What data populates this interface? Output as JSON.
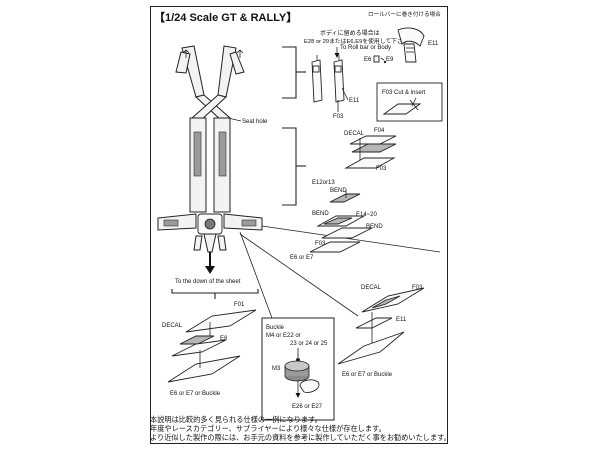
{
  "title": "【1/24 Scale GT & RALLY】",
  "labels": {
    "rollbar_jp_top": "ロールバーに巻き付ける場合",
    "body_jp": "ボディに留める場合は",
    "body_jp2": "E28 or 29またはE6,E9を使用して下さい",
    "to_roll_bar": "To Roll bar or Body",
    "seat_hole": "Seat hole",
    "to_down": "To the down of the sheet",
    "f03_cut": "F03 Cut & insert",
    "decal": "DECAL",
    "bend": "BEND",
    "buckle": "Buckle",
    "buckle_parts_1": "M4 or E22 or",
    "buckle_parts_2": "23 or 24 or 25",
    "e6_or_e7": "E6 or E7",
    "e6_e7_buckle": "E6 or E7 or Buckle",
    "e26_e27": "E26 or E27"
  },
  "parts": {
    "e11": "E11",
    "e6": "E6",
    "e9": "E9",
    "f03": "F03",
    "f04": "F04",
    "f01": "F01",
    "e8": "E8",
    "e12or13": "E12or13",
    "e14_20": "E14~20",
    "m3": "M3"
  },
  "notes": [
    "本説明は比較的多く見られる仕様の一例になります。",
    "年度やレースカテゴリー、サプライヤーにより様々な仕様が存在します。",
    "より近似した製作の際には、お手元の資料を参考に製作していただく事をお勧めいたします。"
  ]
}
